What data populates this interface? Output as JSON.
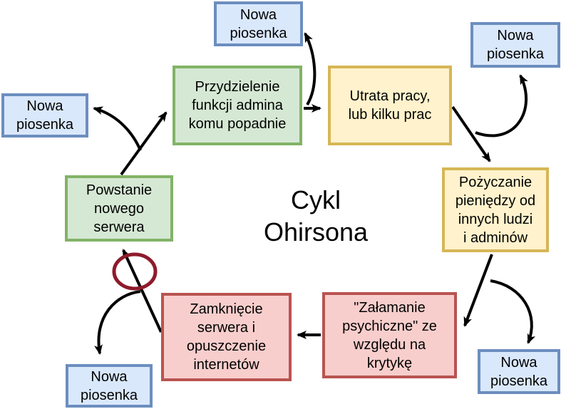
{
  "diagram": {
    "title": "Cykl\nOhirsona",
    "cycle_nodes": [
      {
        "id": "powstanie-nowego-serwera",
        "label": "Powstanie\nnowego\nserwera",
        "color_key": "green"
      },
      {
        "id": "przydzielenie-funkcji",
        "label": "Przydzielenie\nfunkcji admina\nkomu popadnie",
        "color_key": "green"
      },
      {
        "id": "utrata-pracy",
        "label": "Utrata pracy,\nlub kilku prac",
        "color_key": "yellow"
      },
      {
        "id": "pozyczanie-pieniedzy",
        "label": "Pożyczanie\npieniędzy od\ninnych ludzi\ni adminów",
        "color_key": "yellow"
      },
      {
        "id": "zalamanie-psychiczne",
        "label": "\"Załamanie\npsychiczne\" ze\nwzględu na\nkrytykę",
        "color_key": "red"
      },
      {
        "id": "zamkniecie-serwera",
        "label": "Zamknięcie\nserwera i\nopuszczenie\ninternetów",
        "color_key": "red"
      }
    ],
    "side_nodes": [
      {
        "position": "top",
        "label": "Nowa\npiosenka"
      },
      {
        "position": "top-right",
        "label": "Nowa\npiosenka"
      },
      {
        "position": "left",
        "label": "Nowa\npiosenka"
      },
      {
        "position": "bottom-left",
        "label": "Nowa\npiosenka"
      },
      {
        "position": "bottom-right",
        "label": "Nowa\npiosenka"
      }
    ],
    "colors": {
      "green-fill": "#d5e8d4",
      "green-border": "#82b366",
      "yellow-fill": "#fff2cc",
      "yellow-border": "#d6b656",
      "red-fill": "#f8cecc",
      "red-border": "#b85450",
      "blue-fill": "#dae8fc",
      "blue-border": "#6c8ebf",
      "arrow": "#000000",
      "ellipse": "#8e1b2c",
      "background": "#ffffff",
      "text": "#000000"
    }
  }
}
